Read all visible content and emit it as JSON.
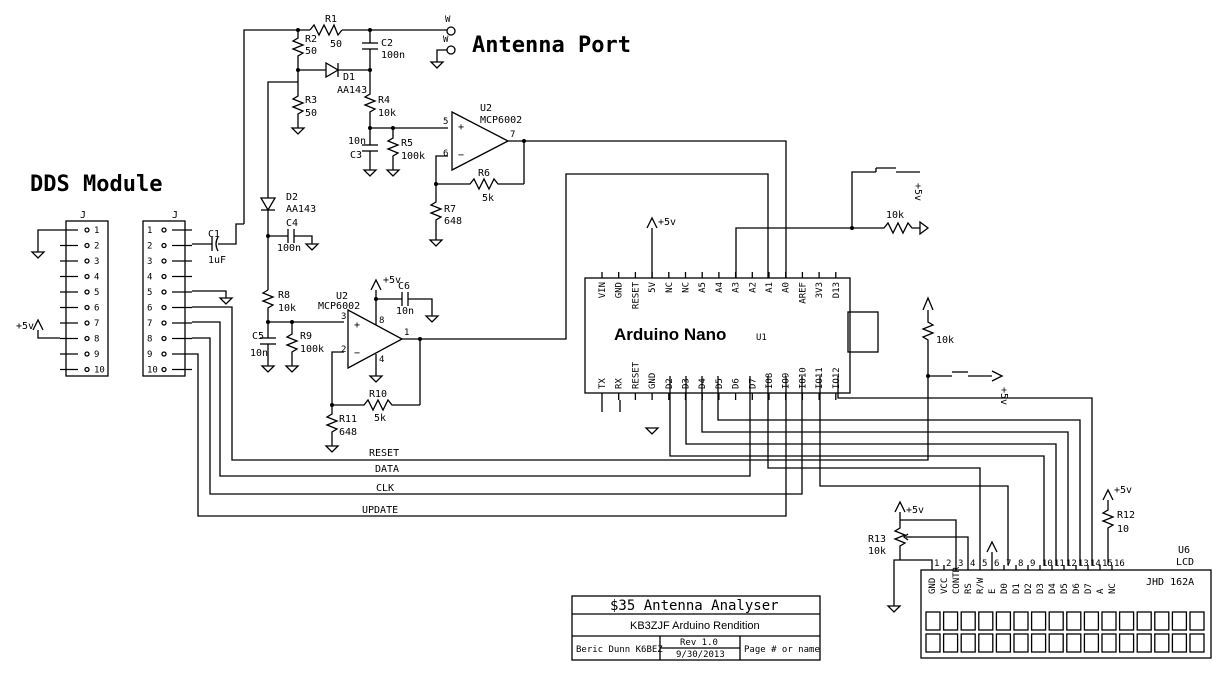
{
  "titles": {
    "antenna_port": "Antenna Port",
    "dds_module": "DDS Module",
    "nano": "Arduino Nano",
    "nano_ref": "U1"
  },
  "title_block": {
    "title": "$35 Antenna Analyser",
    "subtitle": "KB3ZJF Arduino Rendition",
    "author": "Beric Dunn K6BEZ",
    "rev": "Rev 1.0",
    "date": "9/30/2013",
    "page": "Page # or name"
  },
  "nets": {
    "reset": "RESET",
    "data": "DATA",
    "clk": "CLK",
    "update": "UPDATE",
    "vcc": "+5v",
    "w": "W"
  },
  "components": {
    "r1": {
      "ref": "R1",
      "val": "50"
    },
    "r2": {
      "ref": "R2",
      "val": "50"
    },
    "r3": {
      "ref": "R3",
      "val": "50"
    },
    "r4": {
      "ref": "R4",
      "val": "10k"
    },
    "r5": {
      "ref": "R5",
      "val": "100k"
    },
    "r6": {
      "ref": "R6",
      "val": "5k"
    },
    "r7": {
      "ref": "R7",
      "val": "648"
    },
    "r8": {
      "ref": "R8",
      "val": "10k"
    },
    "r9": {
      "ref": "R9",
      "val": "100k"
    },
    "r10": {
      "ref": "R10",
      "val": "5k"
    },
    "r11": {
      "ref": "R11",
      "val": "648"
    },
    "r12": {
      "ref": "R12",
      "val": "10"
    },
    "r13": {
      "ref": "R13",
      "val": "10k"
    },
    "c1": {
      "ref": "C1",
      "val": "1uF"
    },
    "c2": {
      "ref": "C2",
      "val": "100n"
    },
    "c3": {
      "ref": "C3",
      "val": "10n"
    },
    "c4": {
      "ref": "C4",
      "val": "100n"
    },
    "c5": {
      "ref": "C5",
      "val": "10n"
    },
    "c6": {
      "ref": "C6",
      "val": "10n"
    },
    "d1": {
      "ref": "D1",
      "val": "AA143"
    },
    "d2": {
      "ref": "D2",
      "val": "AA143"
    },
    "u2a": {
      "ref": "U2",
      "val": "MCP6002"
    },
    "u2b": {
      "ref": "U2",
      "val": "MCP6002"
    },
    "pull1": {
      "val": "10k"
    },
    "pull2": {
      "val": "10k"
    },
    "u6": {
      "ref": "U6",
      "val": "LCD",
      "part": "JHD 162A"
    }
  },
  "connector": {
    "ref": "J",
    "pins": [
      "1",
      "2",
      "3",
      "4",
      "5",
      "6",
      "7",
      "8",
      "9",
      "10"
    ]
  },
  "nano_pins_top": [
    "VIN",
    "GND",
    "RESET",
    "5V",
    "NC",
    "NC",
    "A5",
    "A4",
    "A3",
    "A2",
    "A1",
    "A0",
    "AREF",
    "3V3",
    "D13"
  ],
  "nano_pins_bottom": [
    "TX",
    "RX",
    "RESET",
    "GND",
    "D2",
    "D3",
    "D4",
    "D5",
    "D6",
    "D7",
    "IO8",
    "IO9",
    "IO10",
    "IO11",
    "IO12"
  ],
  "lcd_pins": [
    "GND",
    "VCC",
    "CONTR",
    "RS",
    "R/W",
    "E",
    "D0",
    "D1",
    "D2",
    "D3",
    "D4",
    "D5",
    "D6",
    "D7",
    "A",
    "NC"
  ],
  "lcd_pin_nums": [
    "1",
    "2",
    "3",
    "4",
    "5",
    "6",
    "7",
    "8",
    "9",
    "10",
    "11",
    "12",
    "13",
    "14",
    "15",
    "16"
  ],
  "opamp_pins": {
    "plus": "+",
    "minus": "−",
    "p5": "5",
    "p6": "6",
    "p7": "7",
    "p3": "3",
    "p2": "2",
    "p1": "1",
    "p8": "8",
    "p4": "4"
  }
}
